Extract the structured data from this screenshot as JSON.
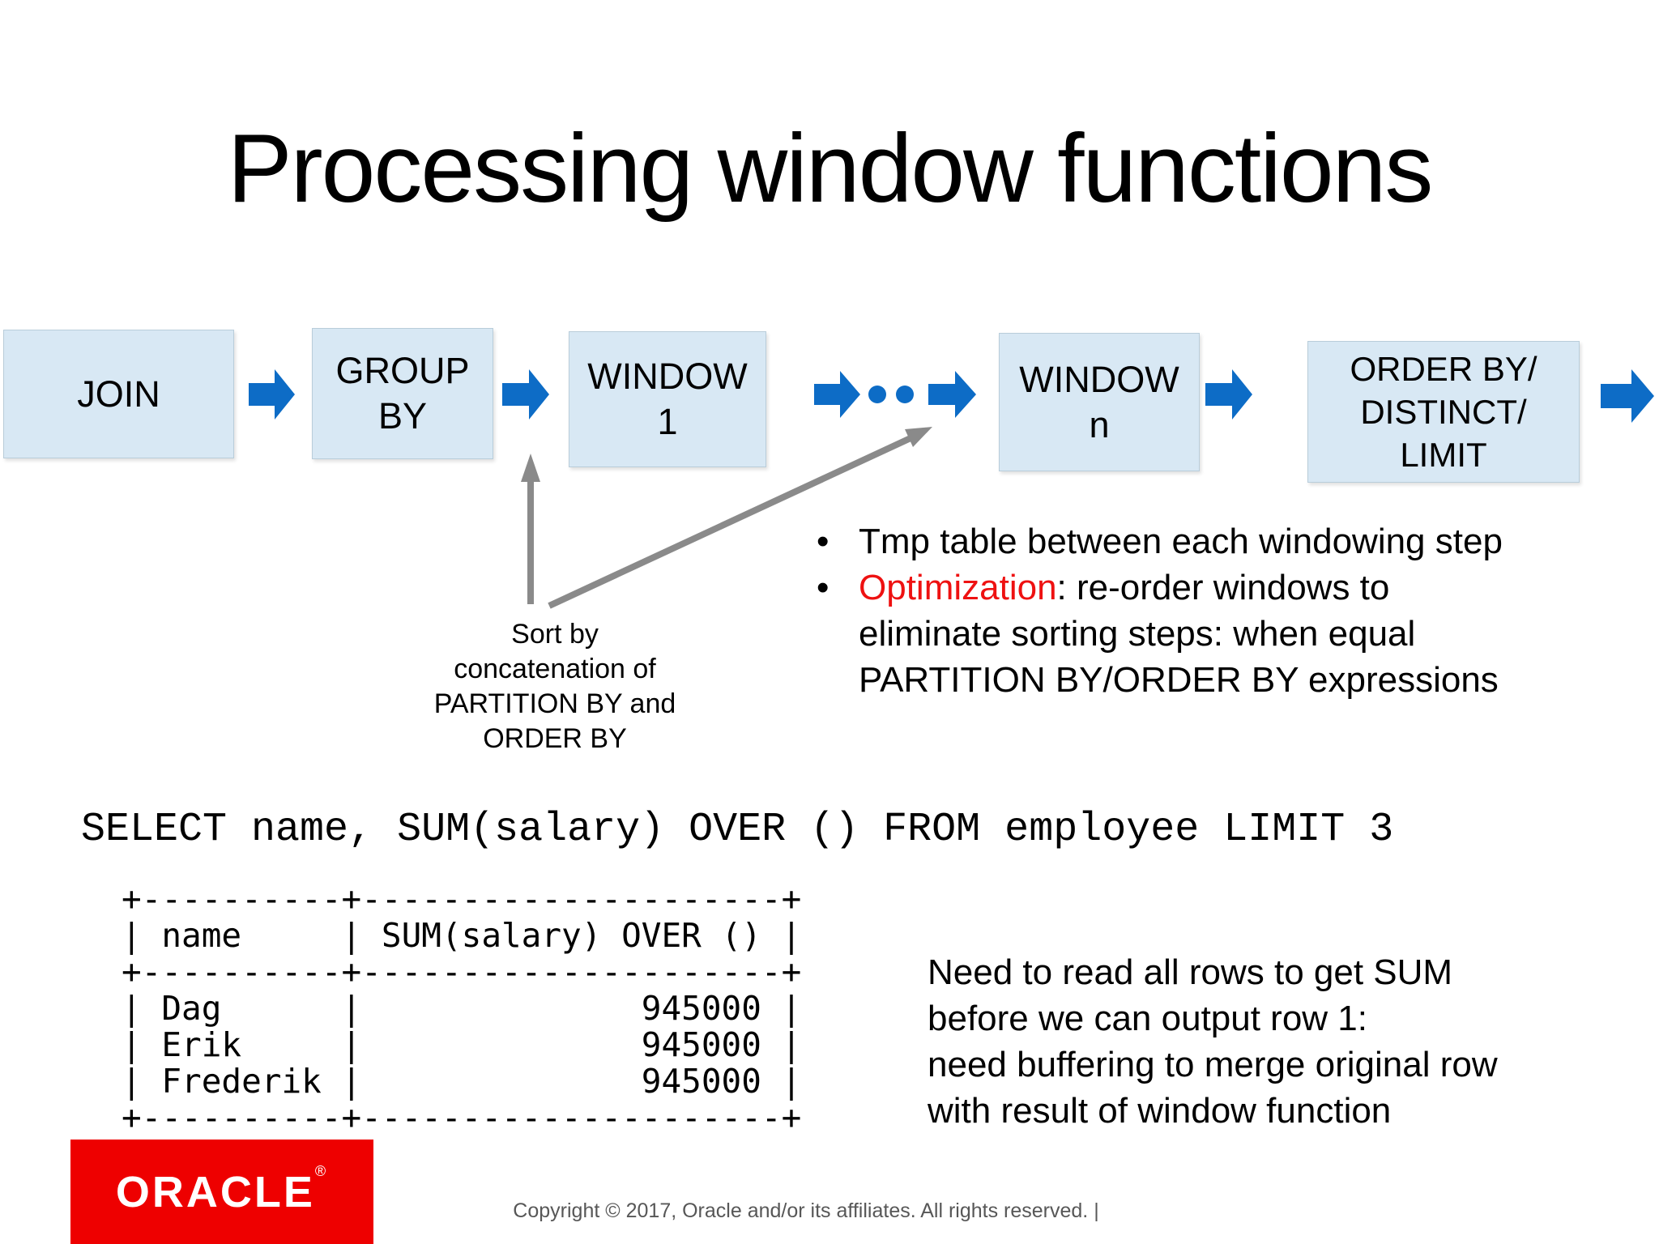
{
  "slide": {
    "title": "Processing window functions",
    "flow": {
      "boxes": [
        {
          "label": "JOIN"
        },
        {
          "label": "GROUP\nBY"
        },
        {
          "label": "WINDOW\n1"
        },
        {
          "label": "WINDOW\nn"
        },
        {
          "label": "ORDER BY/\nDISTINCT/\nLIMIT"
        }
      ]
    },
    "sort_note": "Sort by\nconcatenation of\nPARTITION BY and\nORDER BY",
    "bullets": {
      "marker": "•",
      "item1": "Tmp table between each windowing step",
      "item2_highlight": "Optimization",
      "item2_rest": ": re-order windows to\neliminate sorting steps: when equal\nPARTITION BY/ORDER BY expressions"
    },
    "sql_query": "SELECT name, SUM(salary) OVER () FROM employee LIMIT 3",
    "result_table": "+----------+---------------------+\n| name     | SUM(salary) OVER () |\n+----------+---------------------+\n| Dag      |              945000 |\n| Erik     |              945000 |\n| Frederik |              945000 |\n+----------+---------------------+",
    "note": "Need to read all rows to get SUM\nbefore we can output row 1:\nneed buffering to merge original row\nwith result of window function",
    "footer": {
      "logo_text": "ORACLE",
      "logo_reg": "®",
      "copyright": "Copyright © 2017, Oracle and/or its affiliates. All rights reserved.  |"
    },
    "colors": {
      "box_fill": "#d8e8f4",
      "arrow_blue": "#0d6cc6",
      "highlight_red": "#ee1111",
      "logo_red": "#ee0000",
      "annotation_gray": "#8a8a8a"
    }
  }
}
